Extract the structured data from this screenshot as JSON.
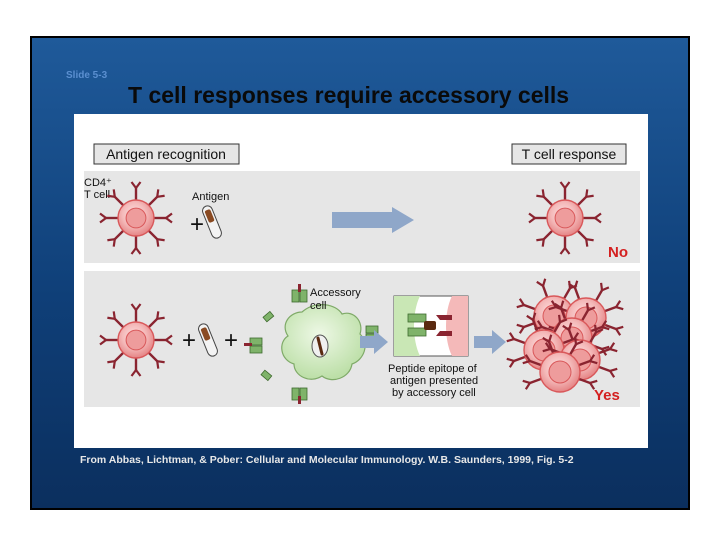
{
  "slide": {
    "number": "Slide 5-3",
    "title": "T cell responses require accessory cells",
    "caption": "From Abbas, Lichtman, & Pober: Cellular and Molecular Immunology. W.B. Saunders, 1999, Fig. 5-2"
  },
  "diagram": {
    "header_left": "Antigen recognition",
    "header_right": "T cell response",
    "row1": {
      "cell_label_line1": "CD4⁺",
      "cell_label_line2": "T cell",
      "antigen_label": "Antigen",
      "plus": "+",
      "outcome": "No"
    },
    "row2": {
      "plus1": "+",
      "plus2": "+",
      "accessory_label_line1": "Accessory",
      "accessory_label_line2": "cell",
      "peptide_line1": "Peptide epitope of",
      "peptide_line2": "antigen presented",
      "peptide_line3": "by accessory cell",
      "outcome": "Yes"
    },
    "colors": {
      "panel_bg": "#e6e6e6",
      "cell_fill": "#f4b9b9",
      "cell_edge": "#d9585a",
      "receptor": "#8a2430",
      "arrow": "#8fa7c9",
      "outcome_text": "#d42020",
      "accessory_fill": "#c9e7b5",
      "accessory_edge": "#5d8f4a"
    }
  }
}
